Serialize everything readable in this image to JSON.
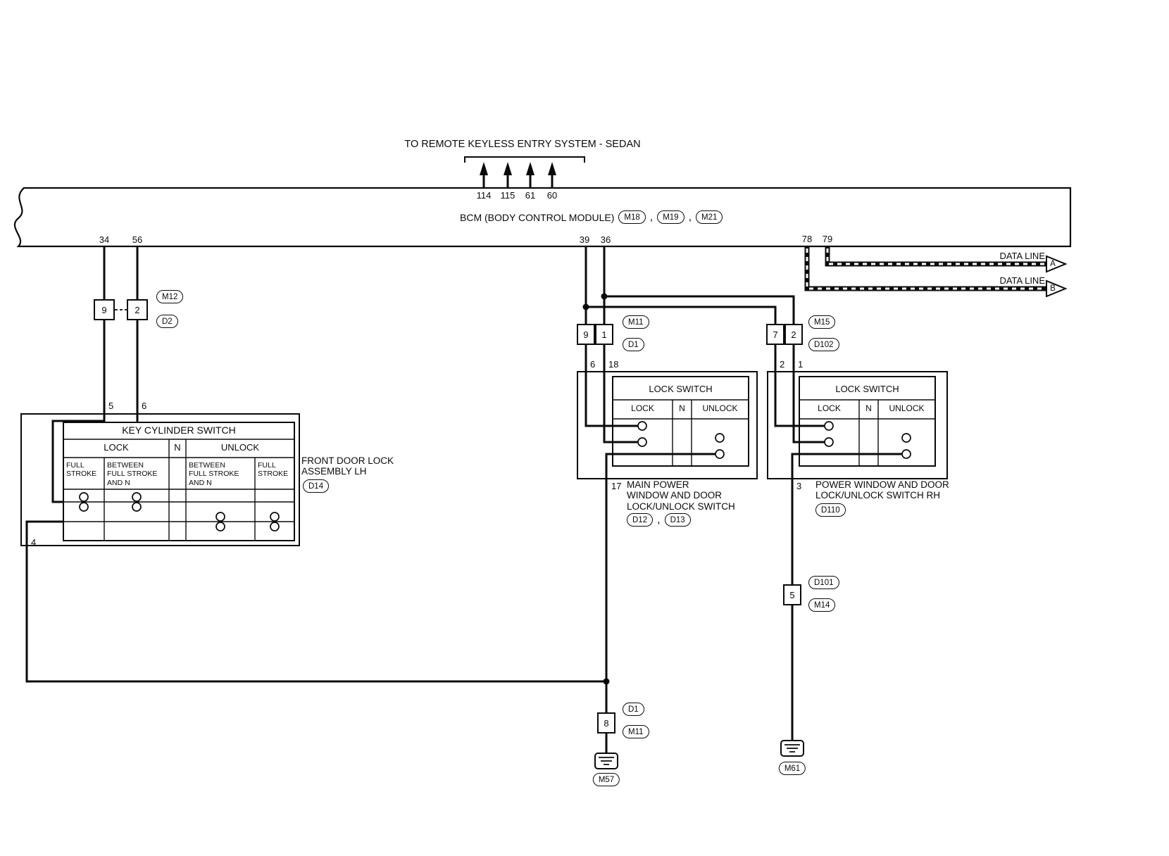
{
  "diagram": {
    "keyless_title": "TO REMOTE KEYLESS ENTRY SYSTEM - SEDAN",
    "bcm": {
      "label": "BCM (BODY CONTROL MODULE)",
      "conn_1": "M18",
      "conn_2": "M19",
      "conn_3": "M21",
      "comma": ",",
      "top_pin_1": "114",
      "top_pin_2": "115",
      "top_pin_3": "61",
      "top_pin_4": "60",
      "pin_34": "34",
      "pin_56": "56",
      "pin_39": "39",
      "pin_36": "36",
      "pin_78": "78",
      "pin_79": "79"
    },
    "data_line_a": {
      "label": "DATA LINE",
      "letter": "A"
    },
    "data_line_b": {
      "label": "DATA LINE",
      "letter": "B"
    },
    "m12_connector": {
      "pin_left": "9",
      "pin_right": "2",
      "label_top": "M12",
      "label_bottom": "D2"
    },
    "key_cylinder": {
      "pin_5": "5",
      "pin_6": "6",
      "pin_4": "4",
      "table_title": "KEY CYLINDER SWITCH",
      "col_lock": "LOCK",
      "col_n": "N",
      "col_unlock": "UNLOCK",
      "sub_lock_full": "FULL\nSTROKE",
      "sub_lock_between": "BETWEEN\nFULL STROKE\nAND N",
      "sub_unlock_between": "BETWEEN\nFULL STROKE\nAND N",
      "sub_unlock_full": "FULL\nSTROKE",
      "assembly_name": "FRONT DOOR LOCK\nASSEMBLY LH",
      "assembly_conn": "D14"
    },
    "m11_connector": {
      "pin_left": "9",
      "pin_right": "1",
      "label_top": "M11",
      "label_bottom": "D1"
    },
    "m15_connector": {
      "pin_left": "7",
      "pin_right": "2",
      "label_top": "M15",
      "label_bottom": "D102"
    },
    "main_switch": {
      "pin_in_left": "6",
      "pin_in_right": "18",
      "pin_out": "17",
      "table_title": "LOCK SWITCH",
      "col_lock": "LOCK",
      "col_n": "N",
      "col_unlock": "UNLOCK",
      "name": "MAIN POWER\nWINDOW AND DOOR\nLOCK/UNLOCK SWITCH",
      "conn_1": "D12",
      "conn_2": "D13",
      "comma": ","
    },
    "rh_switch": {
      "pin_in_left": "2",
      "pin_in_right": "1",
      "pin_out": "3",
      "table_title": "LOCK SWITCH",
      "col_lock": "LOCK",
      "col_n": "N",
      "col_unlock": "UNLOCK",
      "name": "POWER WINDOW AND DOOR\nLOCK/UNLOCK SWITCH RH",
      "conn": "D110"
    },
    "ground_left": {
      "pin": "8",
      "label_top": "D1",
      "label_bottom": "M11",
      "ground_label": "M57"
    },
    "ground_right": {
      "pin": "5",
      "label_top": "D101",
      "label_bottom": "M14",
      "ground_label": "M61"
    }
  }
}
